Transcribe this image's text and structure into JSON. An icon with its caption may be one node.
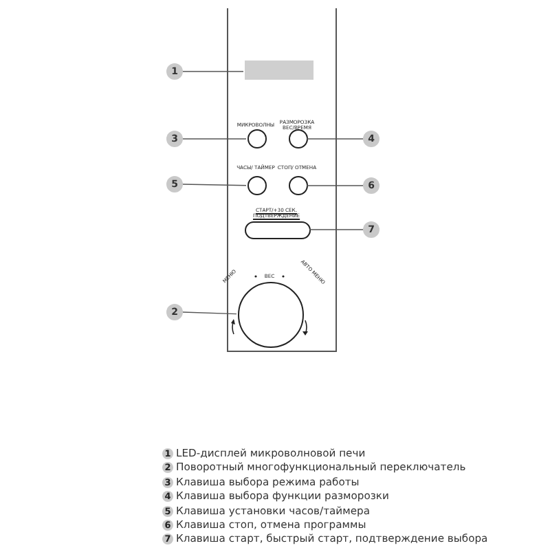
{
  "diagram": {
    "nodes": [
      {
        "text": [],
        "shape": "box"
      },
      {
        "text": [
          "1"
        ]
      },
      {
        "text": [],
        "shape": "box",
        "in": 0
      },
      {
        "text": [
          "3"
        ]
      },
      {
        "text": [],
        "shape": "circle",
        "in": 0,
        "beside": [
          "МИКРОВОЛНЫ"
        ]
      },
      {
        "text": [],
        "shape": "circle",
        "in": 0,
        "beside": [
          "РАЗМОРОЗКА ВЕС/ВРЕМЯ"
        ]
      },
      {
        "text": [
          "4"
        ]
      },
      {
        "text": [
          "5"
        ]
      },
      {
        "text": [],
        "shape": "circle",
        "in": 0,
        "beside": [
          "ЧАСЫ/ ТАЙМЕР"
        ]
      },
      {
        "text": [],
        "shape": "circle",
        "in": 0,
        "beside": [
          "СТОП/ ОТМЕНА"
        ]
      },
      {
        "text": [
          "6"
        ]
      },
      {
        "text": [],
        "shape": "box",
        "in": 0,
        "beside": [
          "СТАРТ/+30 СЕК. ПОДТВЕРЖДЕНИЕ"
        ]
      },
      {
        "text": [
          "7"
        ]
      },
      {
        "text": [
          "2"
        ]
      },
      {
        "text": [],
        "shape": "circle",
        "in": 0,
        "beside": [
          "МЕНЮ",
          "ВЕС",
          "АВТО МЕНЮ"
        ]
      }
    ],
    "edges": [
      {
        "from": 1,
        "to": 2,
        "arrow": "none"
      },
      {
        "from": 3,
        "to": 4,
        "arrow": "none"
      },
      {
        "from": 6,
        "to": 5,
        "arrow": "none"
      },
      {
        "from": 7,
        "to": 8,
        "arrow": "none"
      },
      {
        "from": 10,
        "to": 9,
        "arrow": "none"
      },
      {
        "from": 12,
        "to": 11,
        "arrow": "none"
      },
      {
        "from": 13,
        "to": 14,
        "arrow": "none"
      }
    ],
    "labels": [
      "1",
      "LED-дисплей микроволновой печи",
      "2",
      "Поворотный многофункциональный переключатель",
      "3",
      "Клавиша выбора режима работы",
      "4",
      "Клавиша выбора функции разморозки",
      "5",
      "Клавиша установки часов/таймера",
      "6",
      "Клавиша стоп, отмена программы",
      "7",
      "Клавиша старт, быстрый старт, подтверждение выбора"
    ]
  }
}
